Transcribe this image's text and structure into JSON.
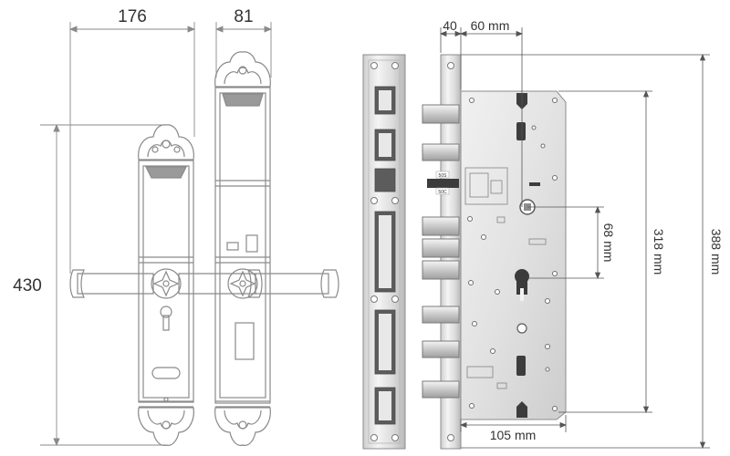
{
  "diagram": {
    "handle_dimensions": {
      "front_width": "176",
      "side_width": "81",
      "height": "430"
    },
    "mortise_dimensions": {
      "faceplate_width": "40",
      "backset": "60 mm",
      "spindle_to_cylinder": "68 mm",
      "case_height": "318 mm",
      "faceplate_height": "388 mm",
      "case_depth": "105 mm"
    },
    "case_markings": {
      "top": "50S",
      "bottom": "50C"
    },
    "colors": {
      "line": "#8a8a8a",
      "dimension_line": "#555555",
      "steel_light": "#eeeeee",
      "steel_dark": "#a9a9a9",
      "label_text": "#333333"
    }
  }
}
